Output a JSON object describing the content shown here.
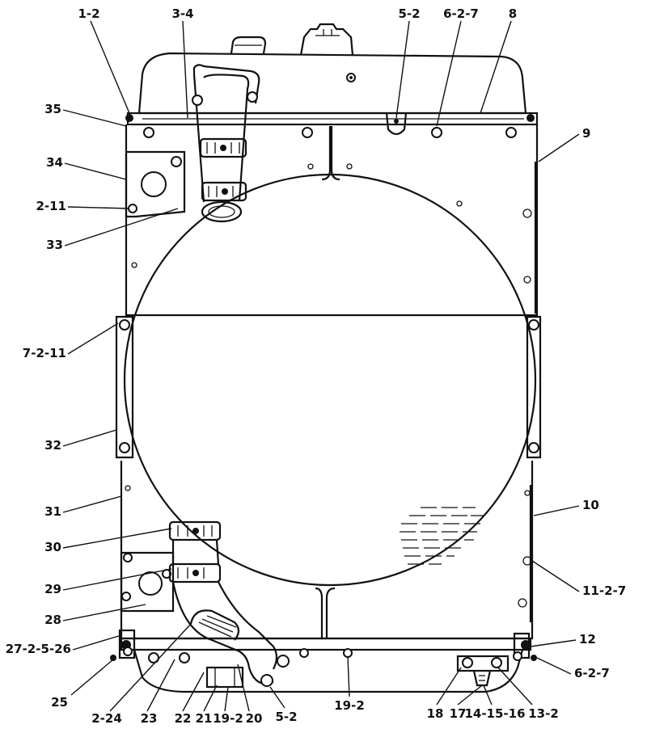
{
  "colors": {
    "ink": "#111111",
    "paper": "#ffffff"
  },
  "callouts": [
    {
      "id": "c-1-2",
      "text": "1-2"
    },
    {
      "id": "c-3-4",
      "text": "3-4"
    },
    {
      "id": "c-5-2-top",
      "text": "5-2"
    },
    {
      "id": "c-6-2-7-top",
      "text": "6-2-7"
    },
    {
      "id": "c-8",
      "text": "8"
    },
    {
      "id": "c-9",
      "text": "9"
    },
    {
      "id": "c-35",
      "text": "35"
    },
    {
      "id": "c-34",
      "text": "34"
    },
    {
      "id": "c-2-11",
      "text": "2-11"
    },
    {
      "id": "c-33",
      "text": "33"
    },
    {
      "id": "c-7-2-11",
      "text": "7-2-11"
    },
    {
      "id": "c-32",
      "text": "32"
    },
    {
      "id": "c-31",
      "text": "31"
    },
    {
      "id": "c-10",
      "text": "10"
    },
    {
      "id": "c-30",
      "text": "30"
    },
    {
      "id": "c-29",
      "text": "29"
    },
    {
      "id": "c-11-2-7",
      "text": "11-2-7"
    },
    {
      "id": "c-28",
      "text": "28"
    },
    {
      "id": "c-27-2-5-26",
      "text": "27-2-5-26"
    },
    {
      "id": "c-12",
      "text": "12"
    },
    {
      "id": "c-6-2-7-bottom",
      "text": "6-2-7"
    },
    {
      "id": "c-25",
      "text": "25"
    },
    {
      "id": "c-2-24",
      "text": "2-24"
    },
    {
      "id": "c-23",
      "text": "23"
    },
    {
      "id": "c-22",
      "text": "22"
    },
    {
      "id": "c-21",
      "text": "21"
    },
    {
      "id": "c-19-2-left",
      "text": "19-2"
    },
    {
      "id": "c-20",
      "text": "20"
    },
    {
      "id": "c-5-2-bottom",
      "text": "5-2"
    },
    {
      "id": "c-19-2-center",
      "text": "19-2"
    },
    {
      "id": "c-18",
      "text": "18"
    },
    {
      "id": "c-17",
      "text": "17"
    },
    {
      "id": "c-14-15-16",
      "text": "14-15-16"
    },
    {
      "id": "c-13-2",
      "text": "13-2"
    }
  ]
}
